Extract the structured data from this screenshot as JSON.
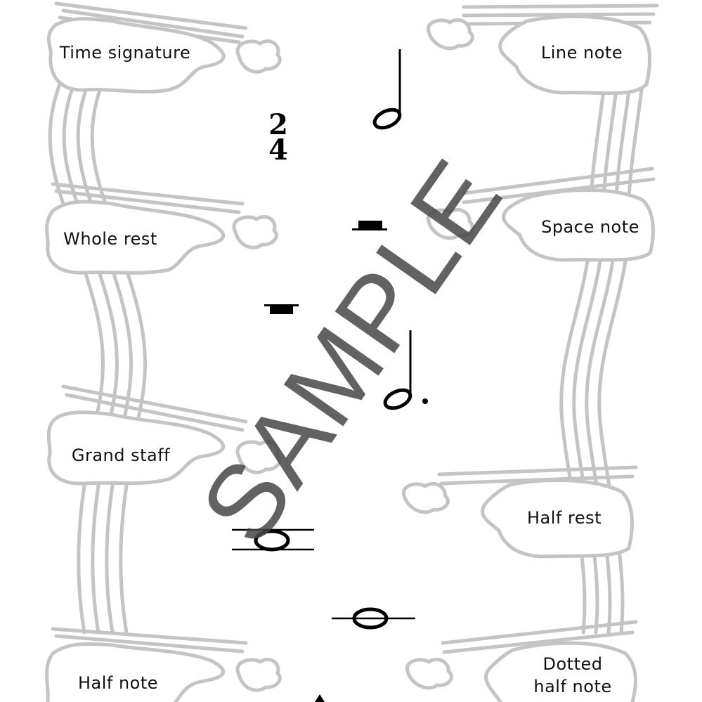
{
  "labels": {
    "time_signature": "Time signature",
    "line_note": "Line note",
    "whole_rest": "Whole rest",
    "space_note": "Space note",
    "grand_staff": "Grand staff",
    "half_rest": "Half rest",
    "half_note": "Half note",
    "dotted_half_note": "Dotted\nhalf note"
  },
  "time_signature": {
    "top": "2",
    "bottom": "4"
  },
  "watermark": "SAMPLE",
  "colors": {
    "outline": "#c4c4c4",
    "ink": "#000000",
    "watermark": "#464646"
  }
}
